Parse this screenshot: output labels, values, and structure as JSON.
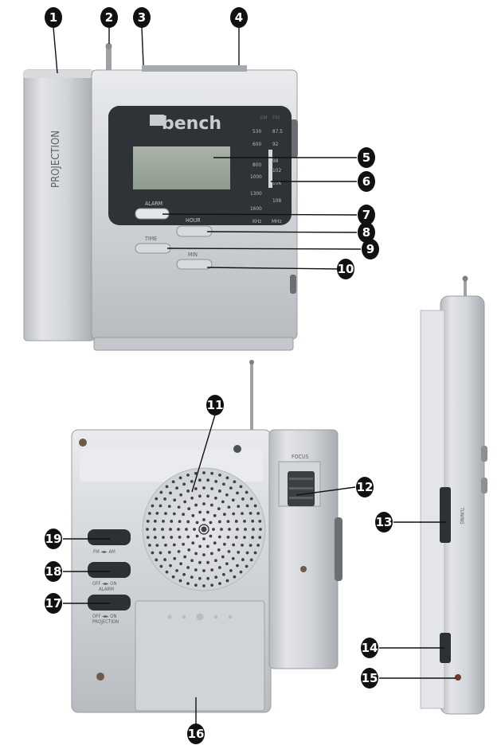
{
  "brand": "bench",
  "device_labels": {
    "projection": "PROJECTION",
    "alarm": "ALARM",
    "hour": "HOUR",
    "time": "TIME",
    "min": "MIN",
    "focus": "FOCUS",
    "tuning": "TUNING",
    "fm_am": "FM ◄► AM",
    "off_on_alarm": "OFF ◄► ON",
    "alarm_sub": "ALARM",
    "off_on_projection": "OFF ◄► ON",
    "projection_sub": "PROJECTION"
  },
  "dial": {
    "am_header": "AM",
    "fm_header": "FM",
    "am_values": [
      "530",
      "600",
      "800",
      "1000",
      "1300",
      "1600"
    ],
    "fm_values": [
      "87.5",
      "92",
      "98",
      "102",
      "106",
      "108"
    ],
    "am_unit": "KHz",
    "fm_unit": "MHz"
  },
  "callouts": [
    "1",
    "2",
    "3",
    "4",
    "5",
    "6",
    "7",
    "8",
    "9",
    "10",
    "11",
    "12",
    "13",
    "14",
    "15",
    "16",
    "17",
    "18",
    "19"
  ]
}
